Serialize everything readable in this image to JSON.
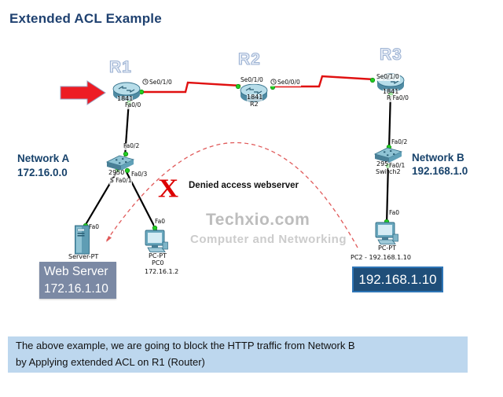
{
  "title": "Extended ACL Example",
  "devices": {
    "r1": {
      "big_label": "R1",
      "se_port": "Se0/1/0",
      "model": "1841",
      "fa_port": "Fa0/0"
    },
    "r2": {
      "big_label": "R2",
      "se_left": "Se0/1/0",
      "se_right": "Se0/0/0",
      "model": "1841",
      "name": "R2"
    },
    "r3": {
      "big_label": "R3",
      "se_port": "Se0/1/0",
      "model": "1841",
      "fa_port": "R Fa0/0"
    },
    "switch1": {
      "port_up": "Fa0/2",
      "model": "2950",
      "port_right": "Fa0/3",
      "port_down": "S Fa0/1"
    },
    "switch2": {
      "port_up": "Fa0/2",
      "model": "295",
      "port_down": "Fa0/1",
      "name": "Switch2"
    },
    "server": {
      "port": "Fa0",
      "type": "Server-PT"
    },
    "pc0": {
      "port": "Fa0",
      "type": "PC-PT",
      "name": "PC0",
      "ip": "172.16.1.2"
    },
    "pc2": {
      "port": "Fa0",
      "type": "PC-PT",
      "name": "PC2 - 192.168.1.10"
    }
  },
  "labels": {
    "network_a_line1": "Network A",
    "network_a_line2": "172.16.0.0",
    "network_b_line1": "Network B",
    "network_b_line2": "192.168.1.0",
    "denied": "Denied access webserver",
    "x_mark": "X"
  },
  "callouts": {
    "webserver_line1": "Web Server",
    "webserver_line2": "172.16.1.10",
    "pc2_ip": "192.168.1.10"
  },
  "watermark": {
    "line1": "Techxio.com",
    "line2": "Computer and Networking"
  },
  "note": {
    "line1": "The above example, we are going to block the HTTP traffic from Network B",
    "line2": "by Applying extended ACL on R1 (Router)"
  },
  "colors": {
    "title_navy": "#1f4170",
    "cable_red": "#e01010",
    "cable_black": "#000000",
    "link_ok_green": "#22cc22",
    "denied_red": "#dd0000",
    "dashed_arc_red": "#e05a5a",
    "webserver_box_bg": "#7b89a4",
    "pc2_box_bg": "#1f4e79",
    "pc2_box_border": "#2e75b6",
    "note_bg": "#bdd7ee",
    "watermark_gray": "#bdbdbd"
  }
}
